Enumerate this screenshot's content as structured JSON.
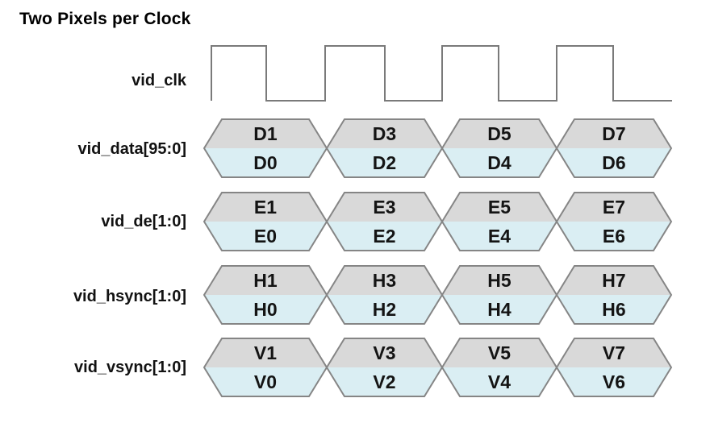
{
  "title": "Two Pixels per Clock",
  "signals": {
    "clock": {
      "label": "vid_clk",
      "cycles_shown": 4
    },
    "buses": [
      {
        "label": "vid_data[95:0]",
        "segments": [
          {
            "top": "D1",
            "bottom": "D0"
          },
          {
            "top": "D3",
            "bottom": "D2"
          },
          {
            "top": "D5",
            "bottom": "D4"
          },
          {
            "top": "D7",
            "bottom": "D6"
          }
        ]
      },
      {
        "label": "vid_de[1:0]",
        "segments": [
          {
            "top": "E1",
            "bottom": "E0"
          },
          {
            "top": "E3",
            "bottom": "E2"
          },
          {
            "top": "E5",
            "bottom": "E4"
          },
          {
            "top": "E7",
            "bottom": "E6"
          }
        ]
      },
      {
        "label": "vid_hsync[1:0]",
        "segments": [
          {
            "top": "H1",
            "bottom": "H0"
          },
          {
            "top": "H3",
            "bottom": "H2"
          },
          {
            "top": "H5",
            "bottom": "H4"
          },
          {
            "top": "H7",
            "bottom": "H6"
          }
        ]
      },
      {
        "label": "vid_vsync[1:0]",
        "segments": [
          {
            "top": "V1",
            "bottom": "V0"
          },
          {
            "top": "V3",
            "bottom": "V2"
          },
          {
            "top": "V5",
            "bottom": "V4"
          },
          {
            "top": "V7",
            "bottom": "V6"
          }
        ]
      }
    ]
  },
  "colors": {
    "segment_top_fill": "#d9d9d9",
    "segment_bottom_fill": "#daeef3",
    "waveform_stroke": "#7a7a7a",
    "text": "#141414",
    "background": "#ffffff"
  }
}
